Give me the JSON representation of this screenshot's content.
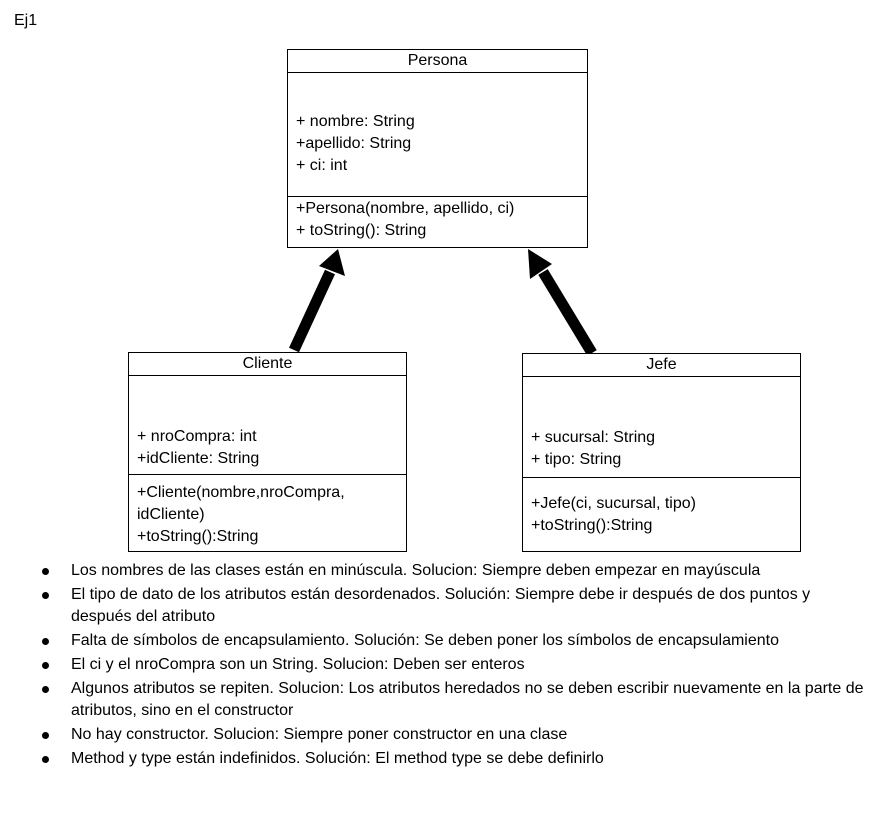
{
  "heading": "Ej1",
  "classes": {
    "persona": {
      "name": "Persona",
      "attributes": [
        "+ nombre: String",
        "+apellido: String",
        "+ ci: int"
      ],
      "methods": [
        "+Persona(nombre, apellido, ci)",
        "+ toString(): String"
      ]
    },
    "cliente": {
      "name": "Cliente",
      "attributes": [
        "+ nroCompra: int",
        "+idCliente: String"
      ],
      "methods": [
        "+Cliente(nombre,nroCompra, idCliente)",
        "+toString():String"
      ]
    },
    "jefe": {
      "name": "Jefe",
      "attributes": [
        "+ sucursal: String",
        "+ tipo: String"
      ],
      "methods": [
        "+Jefe(ci, sucursal, tipo)",
        "+toString():String"
      ]
    }
  },
  "relations": [
    {
      "type": "inheritance",
      "from": "Cliente",
      "to": "Persona"
    },
    {
      "type": "inheritance",
      "from": "Jefe",
      "to": "Persona"
    }
  ],
  "notes": [
    "Los nombres de las clases están en minúscula. Solucion: Siempre deben empezar en mayúscula",
    "El tipo de dato de los atributos están desordenados. Solución: Siempre debe ir después de dos puntos y después del atributo",
    "Falta de símbolos de encapsulamiento. Solución: Se deben poner los símbolos de encapsulamiento",
    "El ci y el nroCompra son un String. Solucion: Deben ser enteros",
    "Algunos atributos se repiten. Solucion: Los atributos heredados no se deben escribir nuevamente en la parte de atributos, sino en el constructor",
    "No hay constructor. Solucion: Siempre poner constructor en una clase",
    "Method y type están indefinidos. Solución: El method type se debe definirlo"
  ]
}
